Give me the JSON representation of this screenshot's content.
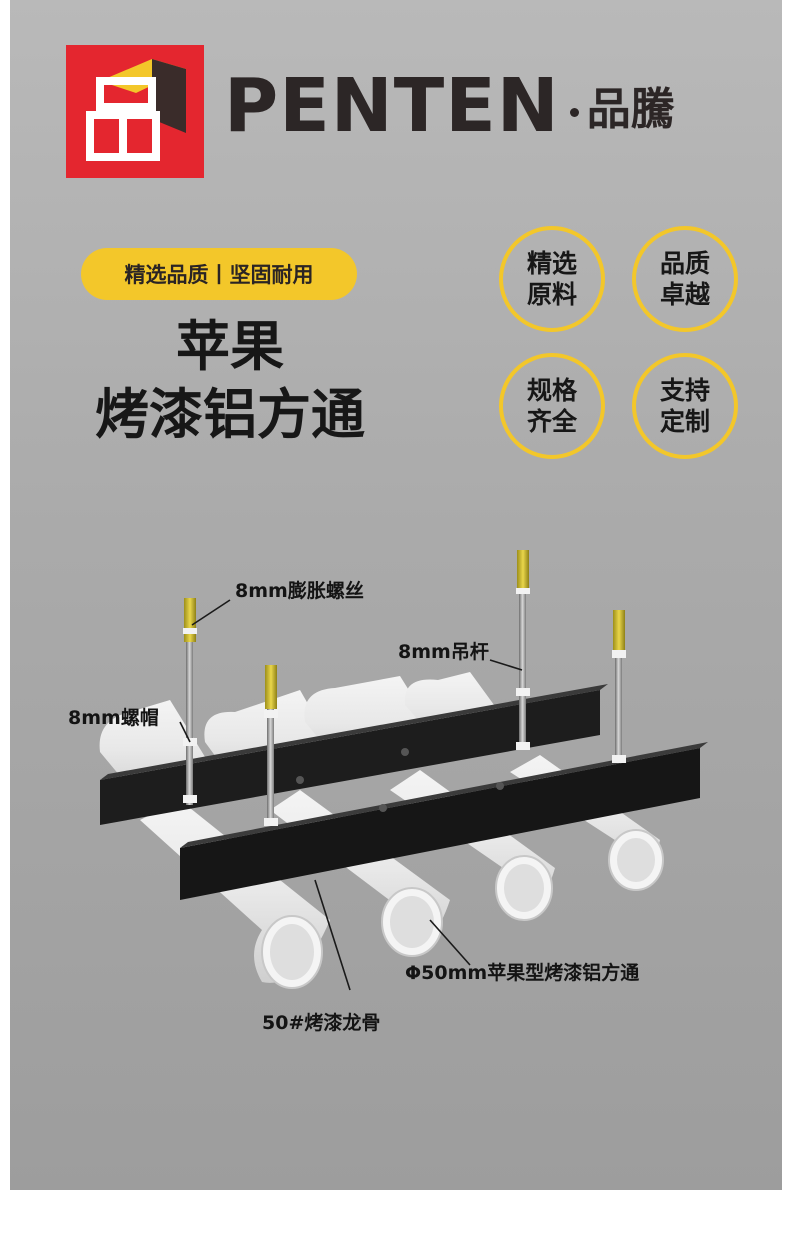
{
  "brand": {
    "name_latin": "PENTEN",
    "name_cn": "品騰",
    "colors": {
      "logo_red": "#e4262f",
      "logo_yellow": "#f3c72a",
      "text_dark": "#2c2626"
    }
  },
  "tagline": "精选品质丨坚固耐用",
  "title": {
    "line1": "苹果",
    "line2": "烤漆铝方通"
  },
  "badges": [
    {
      "line1": "精选",
      "line2": "原料"
    },
    {
      "line1": "品质",
      "line2": "卓越"
    },
    {
      "line1": "规格",
      "line2": "齐全"
    },
    {
      "line1": "支持",
      "line2": "定制"
    }
  ],
  "diagram_labels": {
    "expansion_bolt": "8mm膨胀螺丝",
    "hanger_rod": "8mm吊杆",
    "nut": "8mm螺帽",
    "tube": "Φ50mm苹果型烤漆铝方通",
    "keel": "50#烤漆龙骨"
  },
  "icons": [
    "logo-mark-icon"
  ]
}
